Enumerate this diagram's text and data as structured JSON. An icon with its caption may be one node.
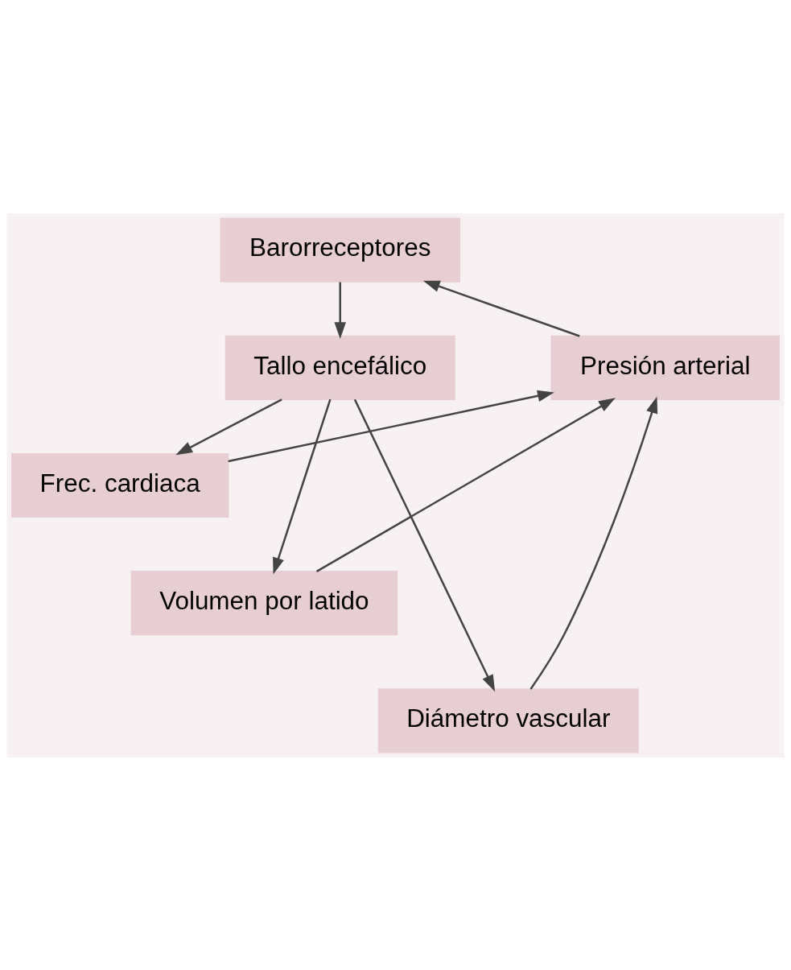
{
  "diagram": {
    "nodes": [
      {
        "text": [
          "Barorreceptores"
        ]
      },
      {
        "text": [
          "Presión arterial"
        ]
      },
      {
        "text": [
          "Tallo encefálico"
        ]
      },
      {
        "text": [
          "Frec. cardiaca"
        ]
      },
      {
        "text": [
          "Volumen por latido"
        ]
      },
      {
        "text": [
          "Diámetro vascular"
        ]
      }
    ],
    "edges": [
      {
        "from": 1,
        "to": 0,
        "arrow": "to"
      },
      {
        "from": 0,
        "to": 2,
        "arrow": "to"
      },
      {
        "from": 2,
        "to": 3,
        "arrow": "to"
      },
      {
        "from": 2,
        "to": 4,
        "arrow": "to"
      },
      {
        "from": 2,
        "to": 5,
        "arrow": "to"
      },
      {
        "from": 3,
        "to": 1,
        "arrow": "to"
      },
      {
        "from": 4,
        "to": 1,
        "arrow": "to"
      },
      {
        "from": 5,
        "to": 1,
        "arrow": "to"
      }
    ]
  }
}
